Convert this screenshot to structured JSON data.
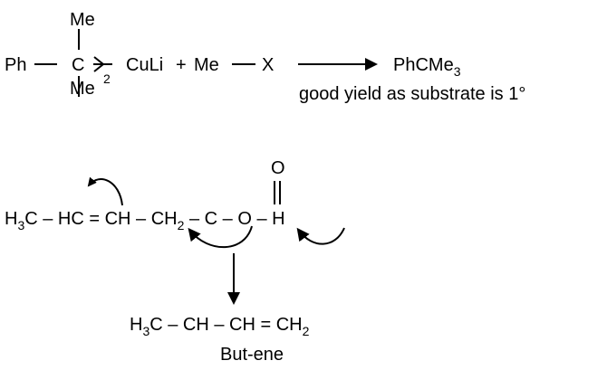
{
  "reaction1": {
    "ph": "Ph",
    "dash": "—",
    "c": "C",
    "me_top": "Me",
    "me_bottom": "Me",
    "sub2": "2",
    "culi": "CuLi",
    "plus": "+",
    "me": "Me",
    "x": "X",
    "product": "PhCMe",
    "product_sub": "3",
    "note": "good yield as substrate is 1°"
  },
  "reaction2": {
    "h": "H",
    "h_sub": "3",
    "chain_a": "C – HC = CH – CH",
    "ch2_sub": "2",
    "chain_b": " – C – O – H",
    "o": "O",
    "product_a": "H",
    "product_sub1": "3",
    "product_b": "C – CH – CH = CH",
    "product_sub2": "2",
    "product_name": "But-ene"
  }
}
